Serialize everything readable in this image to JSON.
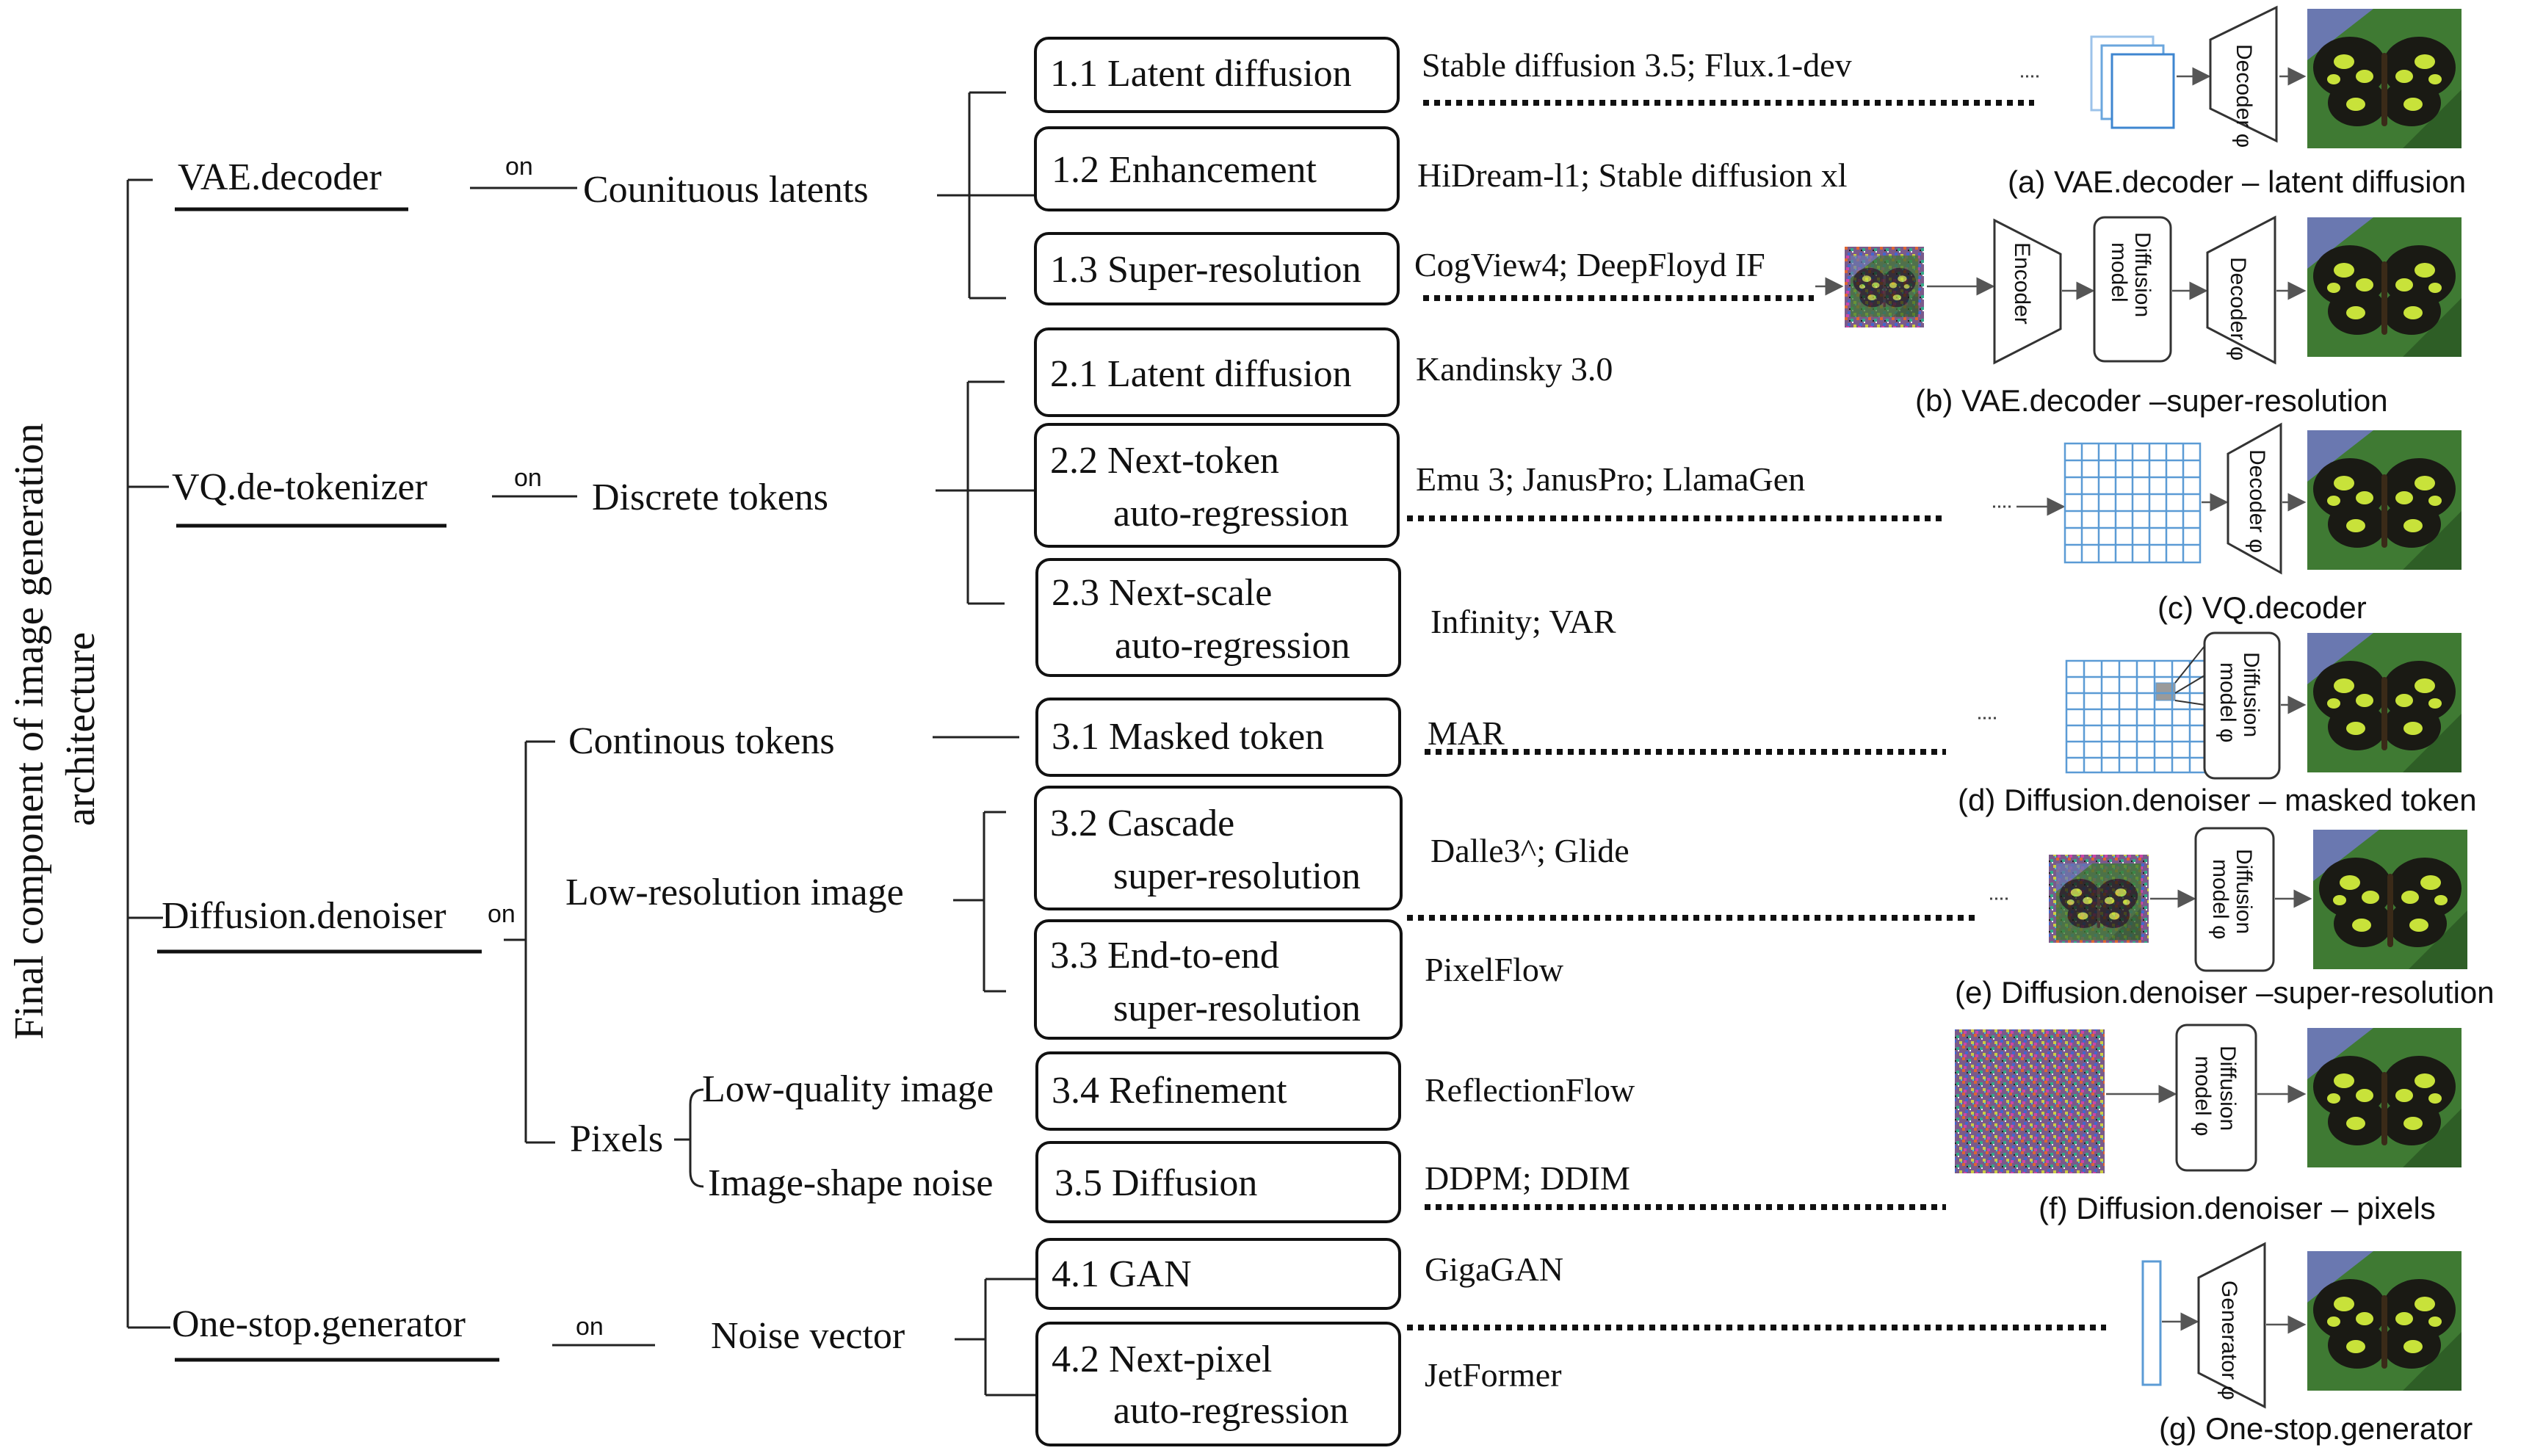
{
  "title": {
    "line1": "Final component of image generation",
    "line2": "architecture"
  },
  "categories": [
    {
      "name": "VAE.decoder",
      "on": "on",
      "input": "Counituous latents"
    },
    {
      "name": "VQ.de-tokenizer",
      "on": "on",
      "input": "Discrete tokens"
    },
    {
      "name": "Diffusion.denoiser",
      "on": "on",
      "inputs": [
        "Continous tokens",
        "Low-resolution image",
        "Pixels",
        "Low-quality image",
        "Image-shape noise"
      ]
    },
    {
      "name": "One-stop.generator",
      "on": "on",
      "input": "Noise vector"
    }
  ],
  "methods": [
    {
      "lines": [
        "1.1 Latent diffusion"
      ],
      "models": "Stable diffusion 3.5; Flux.1-dev"
    },
    {
      "lines": [
        "1.2 Enhancement"
      ],
      "models": "HiDream-l1; Stable diffusion xl"
    },
    {
      "lines": [
        "1.3 Super-resolution"
      ],
      "models": "CogView4; DeepFloyd IF"
    },
    {
      "lines": [
        "2.1 Latent diffusion"
      ],
      "models": "Kandinsky 3.0"
    },
    {
      "lines": [
        "2.2 Next-token",
        "auto-regression"
      ],
      "models": "Emu 3; JanusPro; LlamaGen"
    },
    {
      "lines": [
        "2.3 Next-scale",
        "auto-regression"
      ],
      "models": "Infinity; VAR"
    },
    {
      "lines": [
        "3.1 Masked token"
      ],
      "models": "MAR"
    },
    {
      "lines": [
        "3.2 Cascade",
        "super-resolution"
      ],
      "models": "Dalle3^; Glide"
    },
    {
      "lines": [
        "3.3 End-to-end",
        "super-resolution"
      ],
      "models": "PixelFlow"
    },
    {
      "lines": [
        "3.4 Refinement"
      ],
      "models": "ReflectionFlow"
    },
    {
      "lines": [
        "3.5 Diffusion"
      ],
      "models": "DDPM; DDIM"
    },
    {
      "lines": [
        "4.1 GAN"
      ],
      "models": "GigaGAN"
    },
    {
      "lines": [
        "4.2 Next-pixel",
        "auto-regression"
      ],
      "models": "JetFormer"
    }
  ],
  "panels": [
    {
      "caption": "(a)   VAE.decoder – latent diffusion",
      "block1": "Decoder φ"
    },
    {
      "caption": "(b)   VAE.decoder –super-resolution",
      "block1": "Encoder",
      "block2a": "Diffusion",
      "block2b": "model",
      "block3": "Decoder φ"
    },
    {
      "caption": "(c)   VQ.decoder",
      "block1": "Decoder φ"
    },
    {
      "caption": "(d)   Diffusion.denoiser – masked token",
      "block1a": "Diffusion",
      "block1b": "model φ"
    },
    {
      "caption": "(e) Diffusion.denoiser –super-resolution",
      "block1a": "Diffusion",
      "block1b": "model φ"
    },
    {
      "caption": "(f) Diffusion.denoiser – pixels",
      "block1a": "Diffusion",
      "block1b": "model φ"
    },
    {
      "caption": "(g) One-stop.generator",
      "block1": "Generator φ"
    }
  ]
}
